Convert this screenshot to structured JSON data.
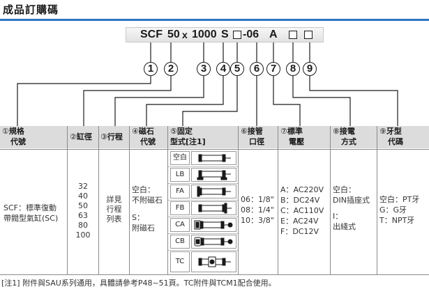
{
  "title": "成品訂購碼",
  "model": {
    "prefix": "SCF",
    "bore": "50",
    "times": "x",
    "stroke": "1000",
    "magnet": "S",
    "port": "-06",
    "voltage": "A"
  },
  "callouts": [
    "1",
    "2",
    "3",
    "4",
    "5",
    "6",
    "7",
    "8",
    "9"
  ],
  "columns": [
    {
      "num": "①",
      "l1": "規格",
      "l2": "代號"
    },
    {
      "num": "②",
      "l1": "缸徑",
      "l2": ""
    },
    {
      "num": "③",
      "l1": "行程",
      "l2": ""
    },
    {
      "num": "④",
      "l1": "磁石",
      "l2": "代號"
    },
    {
      "num": "⑤",
      "l1": "固定",
      "l2": "型式[注1]"
    },
    {
      "num": "⑥",
      "l1": "接管",
      "l2": "口徑"
    },
    {
      "num": "⑦",
      "l1": "標準",
      "l2": "電壓"
    },
    {
      "num": "⑧",
      "l1": "接電",
      "l2": "方式"
    },
    {
      "num": "⑨",
      "l1": "牙型",
      "l2": "代碼"
    }
  ],
  "spec": {
    "line1": "SCF：標準復動",
    "line2": "帶閥型氣缸(SC)"
  },
  "bores": [
    "32",
    "40",
    "50",
    "63",
    "80",
    "100"
  ],
  "stroke_note": [
    "詳見",
    "行程",
    "列表"
  ],
  "magnet": {
    "line1": "空白：",
    "line2": "不附磁石",
    "line3": "S：",
    "line4": "附磁石"
  },
  "mounts": [
    {
      "code": "空白",
      "icon": "cylinder-basic-icon"
    },
    {
      "code": "LB",
      "icon": "cylinder-lb-mount-icon"
    },
    {
      "code": "FA",
      "icon": "cylinder-fa-mount-icon"
    },
    {
      "code": "FB",
      "icon": "cylinder-fb-mount-icon"
    },
    {
      "code": "CA",
      "icon": "cylinder-ca-mount-icon"
    },
    {
      "code": "CB",
      "icon": "cylinder-cb-mount-icon"
    },
    {
      "code": "TC",
      "icon": "cylinder-tc-mount-icon"
    }
  ],
  "ports": [
    "06：1/8\"",
    "08：1/4\"",
    "10：3/8\""
  ],
  "voltages": [
    "A：AC220V",
    "B：DC24V",
    "C：AC110V",
    "E：AC24V",
    "F：DC12V"
  ],
  "wiring": {
    "line1": "空白：",
    "line2": "DIN插座式",
    "line3": "I：",
    "line4": "出綫式"
  },
  "thread": {
    "line1": "空白：PT牙",
    "line2": "G：G牙",
    "line3": "T：NPT牙"
  },
  "footnote": "[注1] 附件與SAU系列通用，具體請參考P48~51頁。TC附件與TCM1配合使用。",
  "colors": {
    "accent": "#2b76c4",
    "header": "#dcdcdc",
    "drawing": "#1a1a1a"
  }
}
